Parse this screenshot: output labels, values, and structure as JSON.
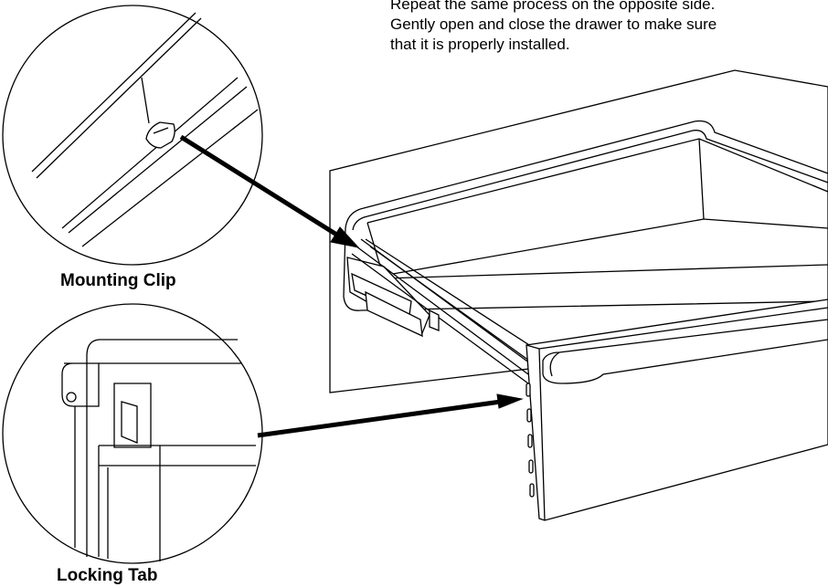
{
  "instructions": {
    "line1": "Repeat the same process on the opposite side.",
    "line2": "Gently open and close the drawer to make sure",
    "line3": "that it is properly installed."
  },
  "callouts": {
    "mounting_clip_label": "Mounting Clip",
    "locking_tab_label": "Locking Tab"
  },
  "colors": {
    "line": "#000000",
    "fill": "#ffffff"
  }
}
